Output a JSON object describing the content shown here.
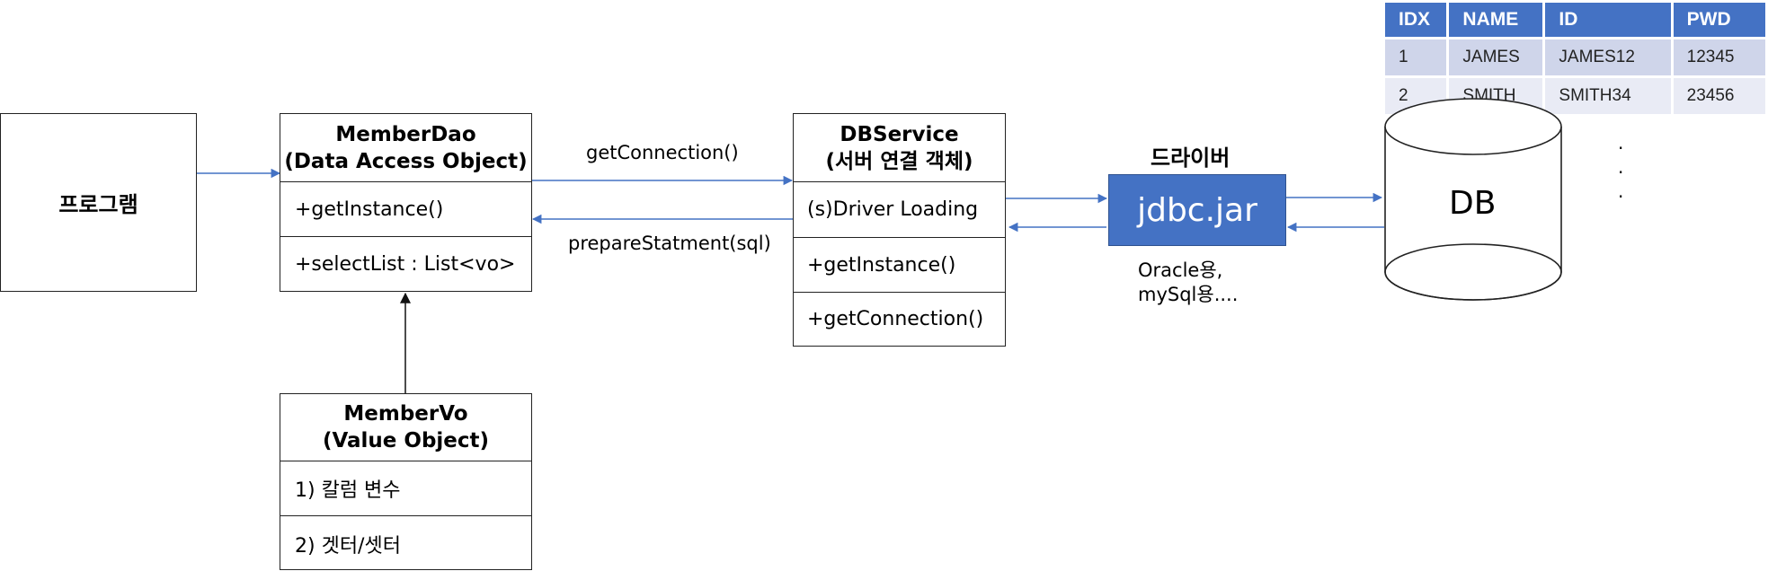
{
  "program": {
    "label": "프로그램"
  },
  "member_dao": {
    "title_line1": "MemberDao",
    "title_line2": "(Data Access Object)",
    "rows": [
      "+getInstance()",
      "+selectList : List<vo>"
    ]
  },
  "member_vo": {
    "title_line1": "MemberVo",
    "title_line2": "(Value Object)",
    "rows": [
      "1) 칼럼 변수",
      "2) 겟터/셋터"
    ]
  },
  "db_service": {
    "title_line1": "DBService",
    "title_line2": "(서버 연결 객체)",
    "rows": [
      "(s)Driver Loading",
      "+getInstance()",
      "+getConnection()"
    ]
  },
  "arrows": {
    "get_connection": "getConnection()",
    "prepare_statement": "prepareStatment(sql)"
  },
  "driver": {
    "title": "드라이버",
    "jar": "jdbc.jar",
    "note_line1": "Oracle용,",
    "note_line2": "mySql용...."
  },
  "db": {
    "label": "DB",
    "ellipsis": [
      "·",
      "·",
      "·"
    ]
  },
  "db_table": {
    "columns": [
      "IDX",
      "NAME",
      "ID",
      "PWD"
    ],
    "rows": [
      [
        "1",
        "JAMES",
        "JAMES12",
        "12345"
      ],
      [
        "2",
        "SMITH",
        "SMITH34",
        "23456"
      ]
    ]
  },
  "colors": {
    "accent": "#4472c4",
    "line": "#222222"
  }
}
